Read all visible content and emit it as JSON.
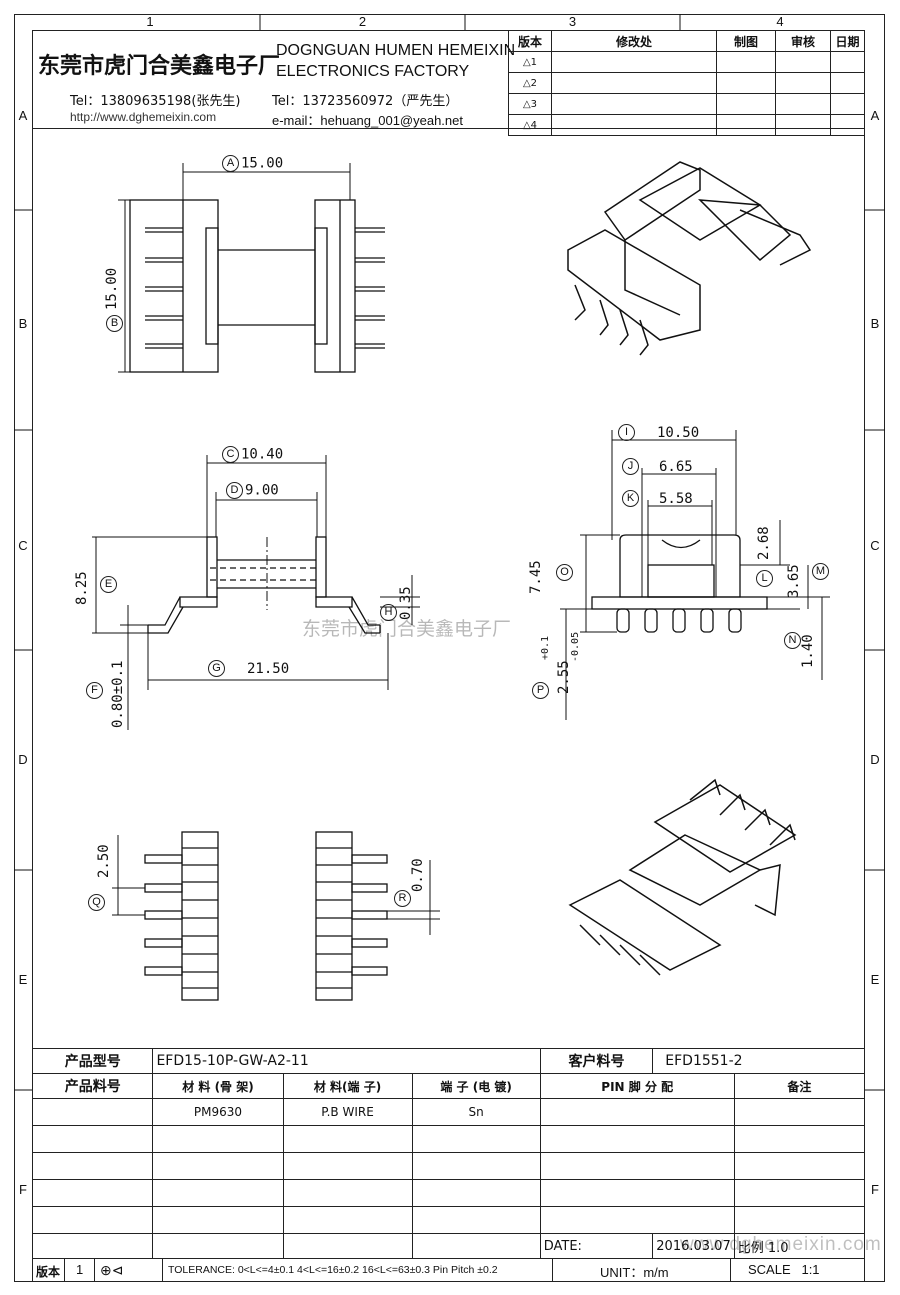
{
  "columns": [
    "1",
    "2",
    "3",
    "4"
  ],
  "rows": [
    "A",
    "B",
    "C",
    "D",
    "E",
    "F"
  ],
  "company": {
    "name_cn": "东莞市虎门合美鑫电子厂",
    "name_en_1": "DOGNGUAN HUMEN HEMEIXIN",
    "name_en_2": "ELECTRONICS FACTORY",
    "tel1": "Tel：13809635198(张先生)",
    "tel2": "Tel：13723560972（严先生）",
    "website": "http://www.dghemeixin.com",
    "email": "e-mail：hehuang_001@yeah.net"
  },
  "revision_table": {
    "headers": [
      "版本",
      "修改处",
      "制图",
      "审核",
      "日期"
    ],
    "rows": [
      "1",
      "2",
      "3",
      "4"
    ]
  },
  "dimensions": {
    "A": "15.00",
    "B": "15.00",
    "C": "10.40",
    "D": "9.00",
    "E": "8.25",
    "F": "0.80±0.1",
    "G": "21.50",
    "H": "0.35",
    "I": "10.50",
    "J": "6.65",
    "K": "5.58",
    "L": "2.68",
    "M": "3.65",
    "N": "1.40",
    "O": "7.45",
    "P": "2.55",
    "P_tol_plus": "+0.1",
    "P_tol_minus": "-0.05",
    "Q": "2.50",
    "R": "0.70"
  },
  "watermark": "东莞市虎门合美鑫电子厂",
  "watermark2": "www.dghemeixin.com",
  "bottom_table": {
    "product_model_label": "产品型号",
    "product_model": "EFD15-10P-GW-A2-11",
    "customer_part_label": "客户料号",
    "customer_part": "EFD1551-2",
    "part_no_label": "产品料号",
    "col_material_frame": "材 料 (骨 架)",
    "col_material_pin": "材 料(端 子)",
    "col_plating": "端 子 (电 镀)",
    "col_pin": "PIN 脚 分 配",
    "col_remark": "备注",
    "material_frame": "PM9630",
    "material_pin": "P.B WIRE",
    "plating": "Sn",
    "date_label": "DATE:",
    "date": "2016.03.07",
    "scale_label": "比例",
    "scale_ratio": "1.0",
    "version_label": "版本",
    "version": "1",
    "tolerance": "TOLERANCE:  0<L<=4±0.1  4<L<=16±0.2  16<L<=63±0.3  Pin Pitch  ±0.2",
    "unit": "UNIT：m/m",
    "scale": "SCALE   1:1"
  }
}
